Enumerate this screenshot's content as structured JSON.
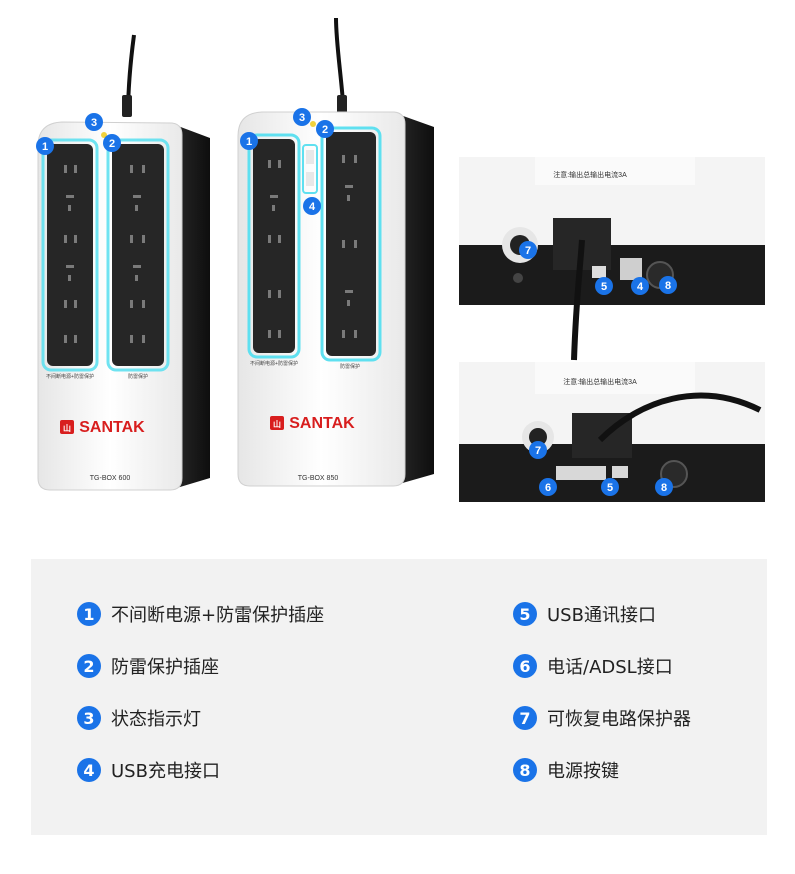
{
  "colors": {
    "accent_blue": "#1a73e8",
    "brand_red": "#d81e1e",
    "glow_cyan": "#5fe0f0",
    "body_white": "#f7f7f7",
    "body_black": "#1b1b1b",
    "panel_gray": "#f2f2f2"
  },
  "devices": {
    "left": {
      "brand": "SANTAK",
      "model": "TG-BOX 600",
      "outlet_label_1": "不间断电源+防雷保护",
      "outlet_label_2": "防雷保护"
    },
    "right": {
      "brand": "SANTAK",
      "model": "TG-BOX 850",
      "outlet_label_1": "不间断电源+防雷保护",
      "outlet_label_2": "防雷保护"
    },
    "rear_top": {
      "notice": "注意:输出总输出电流3A"
    },
    "rear_bottom": {
      "notice": "注意:输出总输出电流3A"
    }
  },
  "callouts": {
    "n1": "1",
    "n2": "2",
    "n3": "3",
    "n4": "4",
    "n5": "5",
    "n6": "6",
    "n7": "7",
    "n8": "8"
  },
  "legend": {
    "items": [
      {
        "num": "1",
        "label": "不间断电源+防雷保护插座"
      },
      {
        "num": "2",
        "label": "防雷保护插座"
      },
      {
        "num": "3",
        "label": "状态指示灯"
      },
      {
        "num": "4",
        "label": "USB充电接口"
      },
      {
        "num": "5",
        "label": "USB通讯接口"
      },
      {
        "num": "6",
        "label": "电话/ADSL接口"
      },
      {
        "num": "7",
        "label": "可恢复电路保护器"
      },
      {
        "num": "8",
        "label": "电源按键"
      }
    ]
  }
}
